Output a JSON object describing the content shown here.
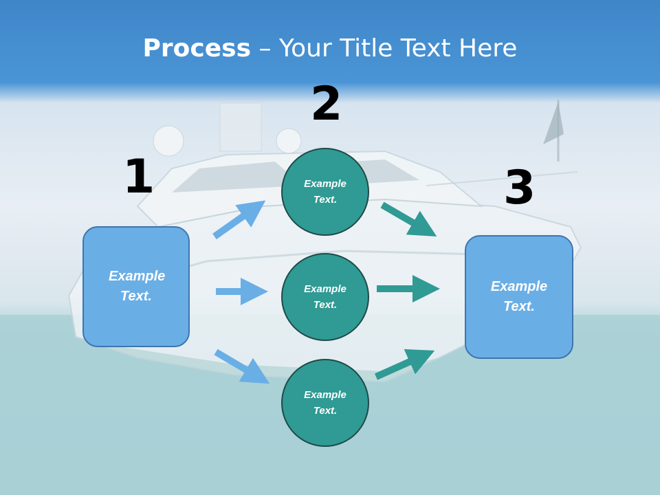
{
  "title": {
    "bold": "Process",
    "rest": " – Your Title Text Here"
  },
  "steps": [
    "1",
    "2",
    "3"
  ],
  "left_box": {
    "text": "Example Text."
  },
  "circles": [
    {
      "text": "Example Text."
    },
    {
      "text": "Example Text."
    },
    {
      "text": "Example Text."
    }
  ],
  "right_box": {
    "text": "Example Text."
  },
  "colors": {
    "box": "#6aaee6",
    "circle": "#309a94",
    "arrow_blue": "#6aaee6",
    "arrow_teal": "#309a94",
    "header": "#4a95d6"
  }
}
